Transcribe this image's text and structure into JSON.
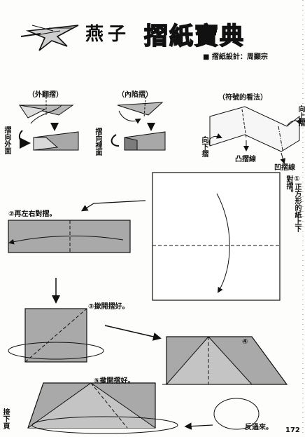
{
  "header": {
    "title": "燕子",
    "book_title": "摺紙寶典",
    "designer": "■ 摺紙設計：周顯宗"
  },
  "legend": {
    "outside_fold_title": "（外翻摺）",
    "outside_fold_caption": "摺向外面",
    "inside_fold_title": "（內陷摺）",
    "inside_fold_caption": "摺向裡面",
    "symbols_title": "（符號的看法）",
    "up_fold": "向上摺",
    "down_fold": "向下摺",
    "valley_line": "凸摺線",
    "mountain_line": "凹摺線"
  },
  "steps": [
    {
      "id": 1,
      "text": "①正方形的紙上下對摺。"
    },
    {
      "id": 2,
      "text": "②再左右對摺。"
    },
    {
      "id": 3,
      "text": "③撳開摺好。"
    },
    {
      "id": 4,
      "text": "④"
    },
    {
      "id": 5,
      "text": "⑤撳開摺好。"
    }
  ],
  "footer": {
    "flip_caption": "反過來。",
    "next_page": "接下頁",
    "page_number": "172"
  }
}
